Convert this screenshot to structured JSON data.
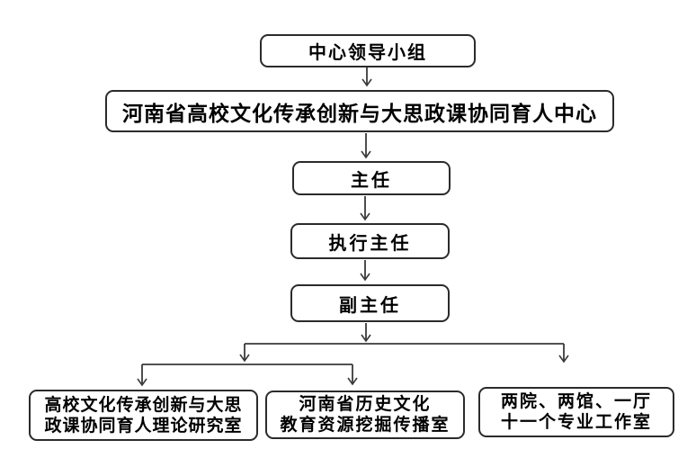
{
  "diagram": {
    "type": "org-flowchart",
    "background_color": "#ffffff",
    "line_color": "#3a3a3a",
    "border_color": "#2b2b2b",
    "text_color": "#000000",
    "nodes": {
      "leadership": {
        "label": "中心领导小组"
      },
      "center": {
        "label": "河南省高校文化传承创新与大思政课协同育人中心"
      },
      "director": {
        "label": "主任"
      },
      "executive_director": {
        "label": "执行主任"
      },
      "deputy_director": {
        "label": "副主任"
      },
      "theory_office": {
        "line1": "高校文化传承创新与大思",
        "line2": "政课协同育人理论研究室"
      },
      "heritage_office": {
        "line1": "河南省历史文化",
        "line2": "教育资源挖掘传播室"
      },
      "workshops": {
        "line1": "两院、两馆、一厅",
        "line2": "十一个专业工作室"
      }
    },
    "edges": [
      {
        "from": "leadership",
        "to": "center"
      },
      {
        "from": "center",
        "to": "director"
      },
      {
        "from": "director",
        "to": "executive_director"
      },
      {
        "from": "executive_director",
        "to": "deputy_director"
      },
      {
        "from": "deputy_director",
        "to": "theory_office"
      },
      {
        "from": "deputy_director",
        "to": "heritage_office"
      },
      {
        "from": "deputy_director",
        "to": "workshops"
      }
    ]
  }
}
